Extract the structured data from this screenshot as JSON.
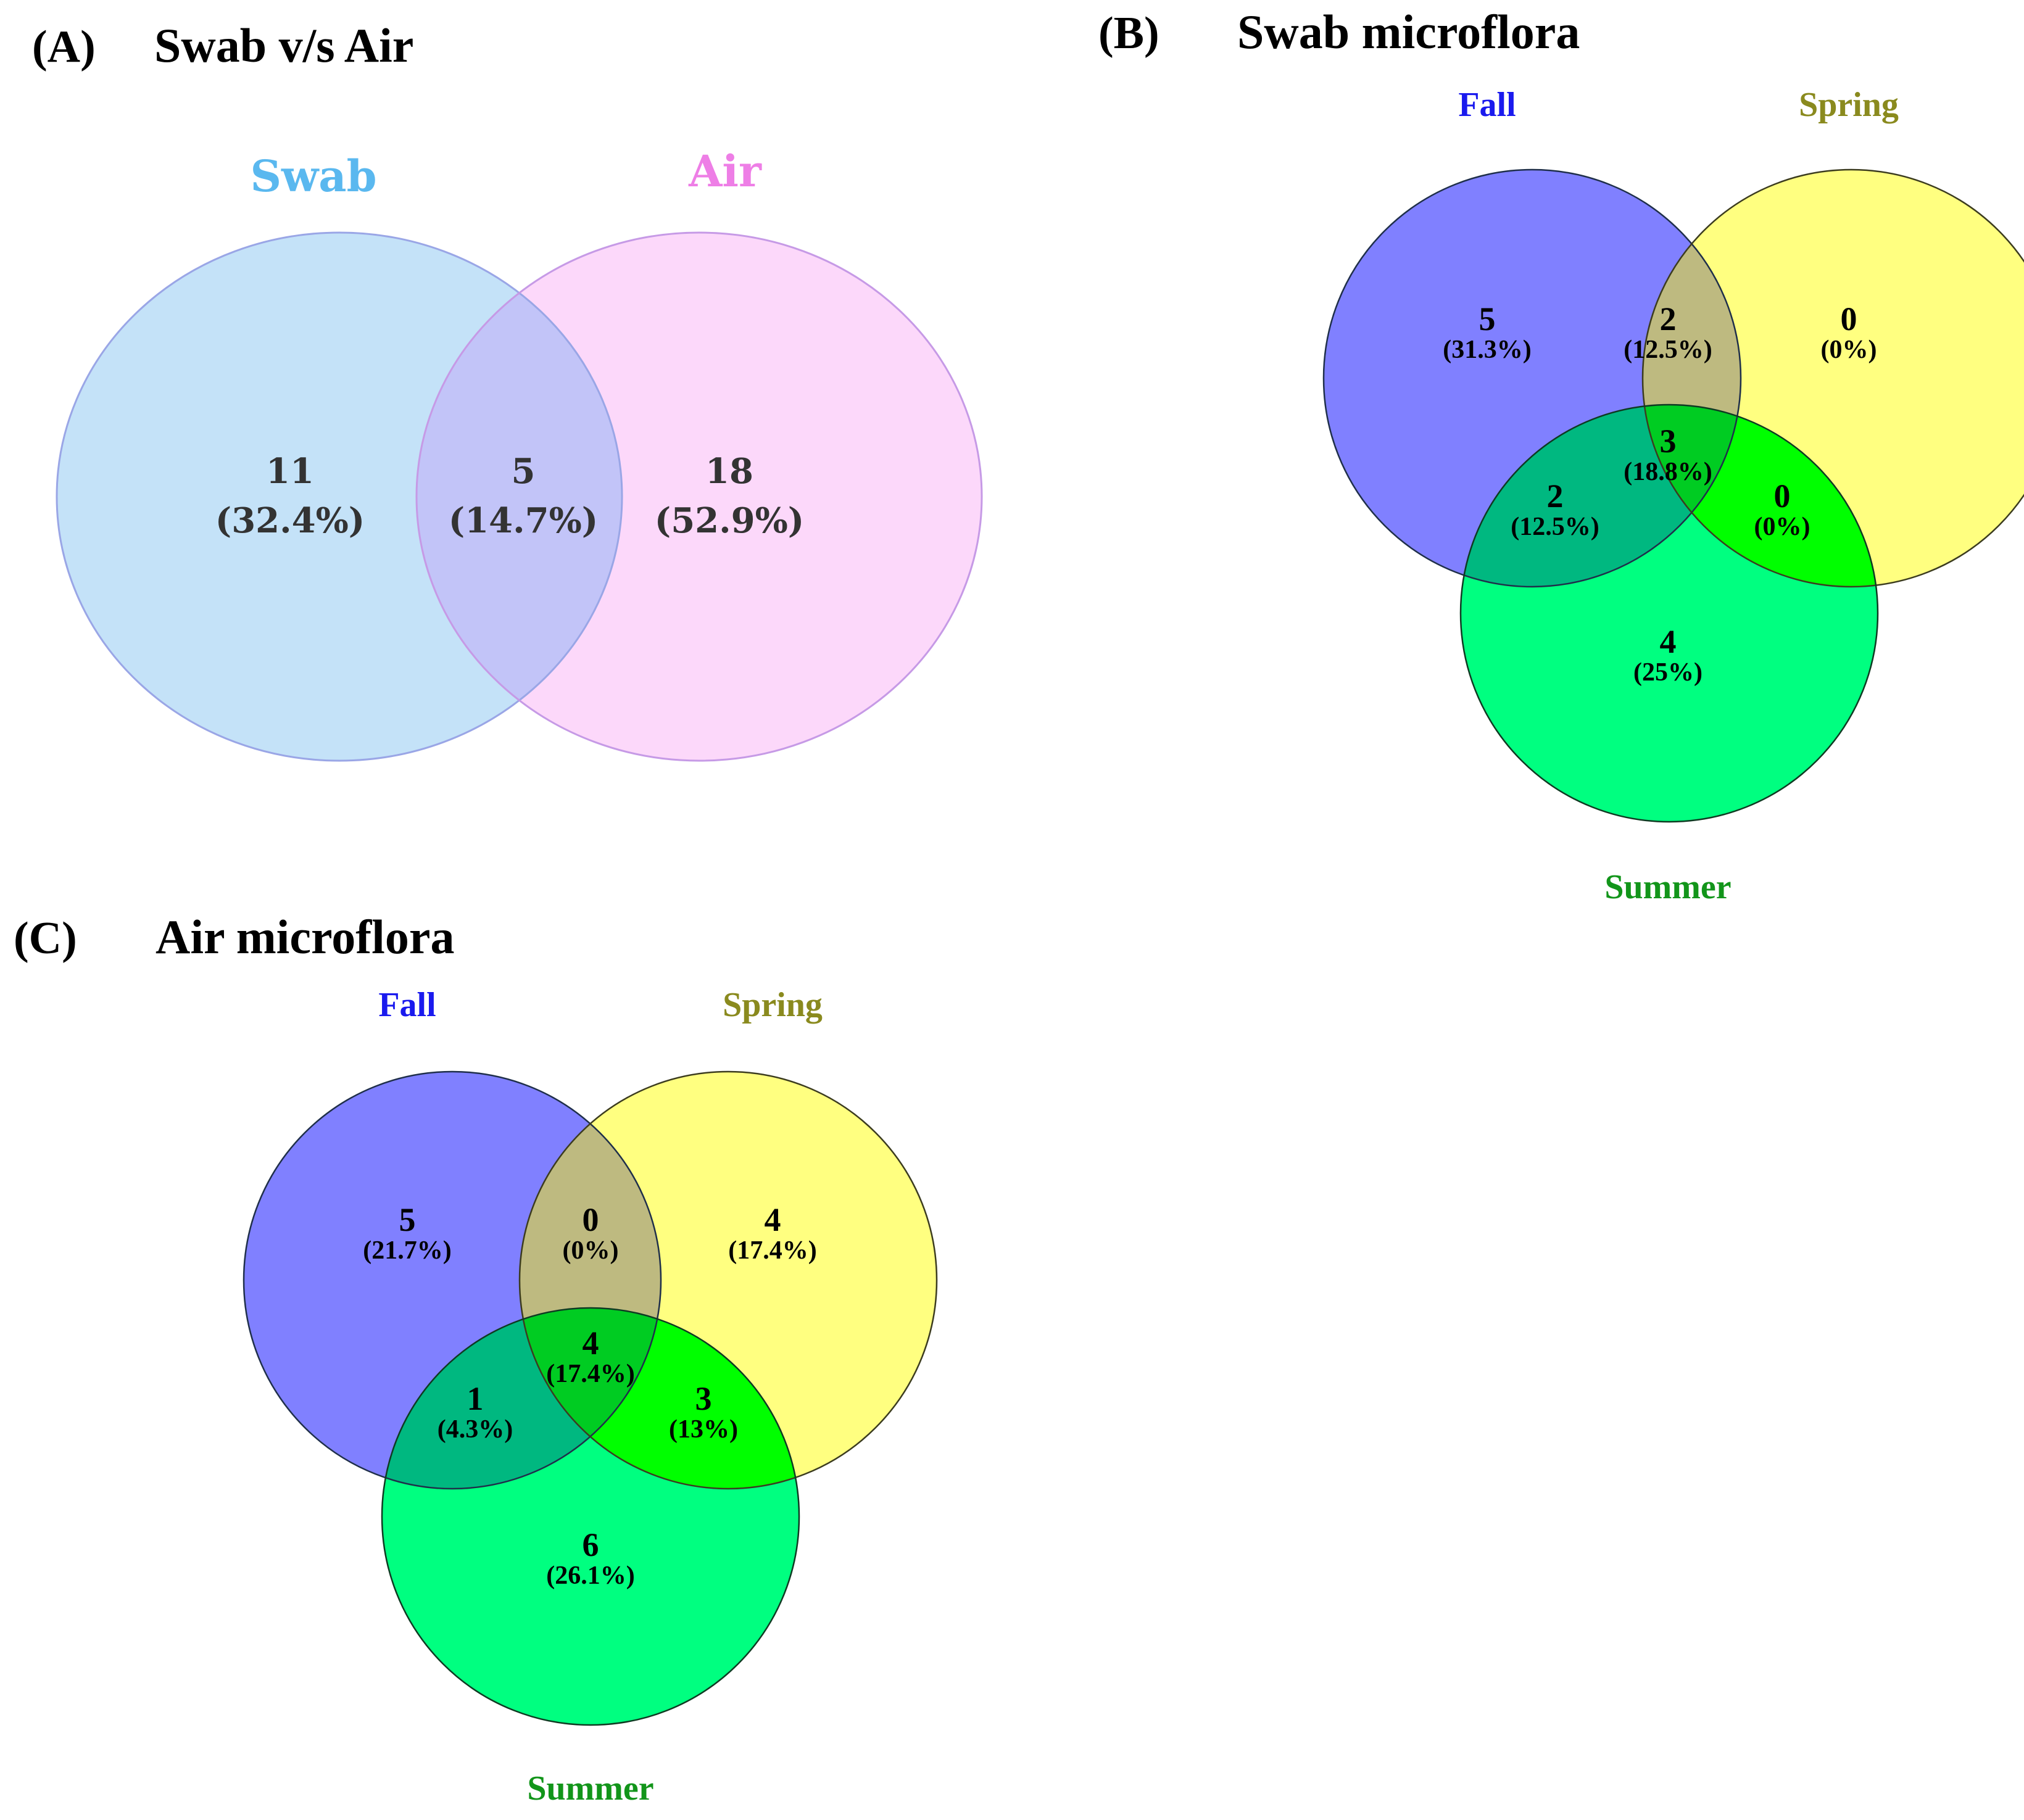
{
  "panels": {
    "a": {
      "letter": "(A)",
      "title": "Swab v/s Air",
      "sets": [
        {
          "label": "Swab",
          "color": "#5ab8ef",
          "fill": "#c4e2f8",
          "stroke": "#9aa6e6"
        },
        {
          "label": "Air",
          "color": "#ee7ee6",
          "fill": "#fcd8fa",
          "stroke": "#c69ae6"
        }
      ],
      "overlap_fill": "#c2c4f8",
      "regions": {
        "swab_only": {
          "count": "11",
          "pct": "(32.4%)"
        },
        "both": {
          "count": "5",
          "pct": "(14.7%)"
        },
        "air_only": {
          "count": "18",
          "pct": "(52.9%)"
        }
      }
    },
    "b": {
      "letter": "(B)",
      "title": "Swab microflora",
      "sets": [
        {
          "label": "Fall",
          "color": "#1a1aee"
        },
        {
          "label": "Spring",
          "color": "#8a8a1e"
        },
        {
          "label": "Summer",
          "color": "#12951a"
        }
      ],
      "regions": {
        "fall_only": {
          "count": "5",
          "pct": "(31.3%)"
        },
        "fall_spring": {
          "count": "2",
          "pct": "(12.5%)"
        },
        "spring_only": {
          "count": "0",
          "pct": "(0%)"
        },
        "all_three": {
          "count": "3",
          "pct": "(18.8%)"
        },
        "fall_summer": {
          "count": "2",
          "pct": "(12.5%)"
        },
        "spring_summer": {
          "count": "0",
          "pct": "(0%)"
        },
        "summer_only": {
          "count": "4",
          "pct": "(25%)"
        }
      }
    },
    "c": {
      "letter": "(C)",
      "title": "Air microflora",
      "sets": [
        {
          "label": "Fall",
          "color": "#1a1aee"
        },
        {
          "label": "Spring",
          "color": "#8a8a1e"
        },
        {
          "label": "Summer",
          "color": "#12951a"
        }
      ],
      "regions": {
        "fall_only": {
          "count": "5",
          "pct": "(21.7%)"
        },
        "fall_spring": {
          "count": "0",
          "pct": "(0%)"
        },
        "spring_only": {
          "count": "4",
          "pct": "(17.4%)"
        },
        "all_three": {
          "count": "4",
          "pct": "(17.4%)"
        },
        "fall_summer": {
          "count": "1",
          "pct": "(4.3%)"
        },
        "spring_summer": {
          "count": "3",
          "pct": "(13%)"
        },
        "summer_only": {
          "count": "6",
          "pct": "(26.1%)"
        }
      }
    }
  },
  "three_set_colors": {
    "fall": "#8080ff",
    "spring": "#ffff80",
    "summer": "#00ff80",
    "fall_spring": "#beba80",
    "fall_summer": "#00b880",
    "spring_summer": "#00ff00",
    "all_three": "#00cc22"
  }
}
